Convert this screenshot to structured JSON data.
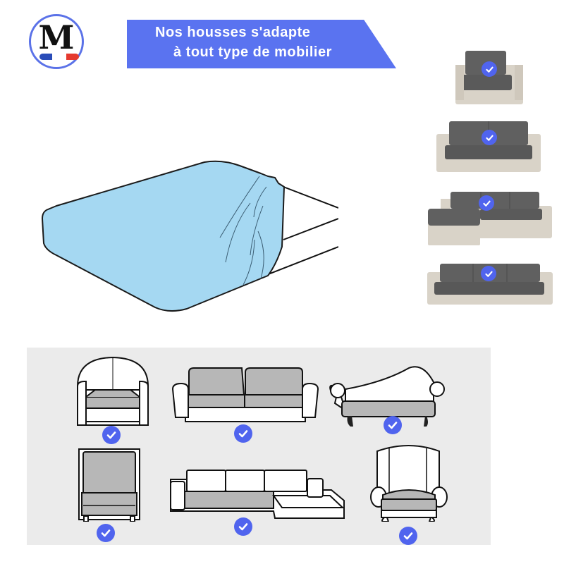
{
  "logo": {
    "letter": "M",
    "colors": {
      "ring": "#5b72e8",
      "blue": "#2a4cb8",
      "red": "#e53a2f"
    }
  },
  "banner": {
    "line1": "Nos housses s'adapte",
    "line2": "à tout type de mobilier",
    "color": "#5a73f0"
  },
  "hero_illustration": {
    "label": "Housse bleue sur coussin",
    "cover_color": "#a5d8f2"
  },
  "photo_sofas": [
    {
      "name": "fauteuil-1-place",
      "seats": 1,
      "icon": "check-icon"
    },
    {
      "name": "canape-2-places",
      "seats": 2,
      "icon": "check-icon"
    },
    {
      "name": "canape-angle",
      "seats": 3,
      "icon": "check-icon"
    },
    {
      "name": "canape-3-places",
      "seats": 3,
      "icon": "check-icon"
    }
  ],
  "line_sofas": [
    {
      "name": "fauteuil-club",
      "icon": "check-icon"
    },
    {
      "name": "canape-2-places",
      "icon": "check-icon"
    },
    {
      "name": "meridienne",
      "icon": "check-icon"
    },
    {
      "name": "fauteuil-bois",
      "icon": "check-icon"
    },
    {
      "name": "canape-angle",
      "icon": "check-icon"
    },
    {
      "name": "fauteuil-bergere",
      "icon": "check-icon"
    }
  ],
  "colors": {
    "check": "#5064ee",
    "panel": "#ebebeb",
    "cushion_photo": "#5f5f5f",
    "frame_photo": "#d9d3c8",
    "cushion_line": "#b5b5b5"
  }
}
